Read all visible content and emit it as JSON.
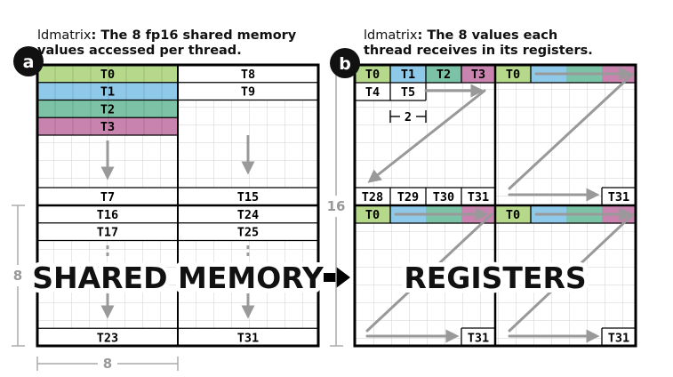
{
  "panel_a": {
    "badge": "a",
    "title_prefix": "ldmatrix",
    "title_line1": ": The 8 fp16 shared memory",
    "title_line2": "values accessed per thread.",
    "cells": {
      "t0": "T0",
      "t1": "T1",
      "t2": "T2",
      "t3": "T3",
      "t7": "T7",
      "t8": "T8",
      "t9": "T9",
      "t15": "T15",
      "t16": "T16",
      "t17": "T17",
      "t23": "T23",
      "t24": "T24",
      "t25": "T25",
      "t31": "T31"
    },
    "big_label": "SHARED MEMORY",
    "dim_height": "8",
    "dim_width": "8"
  },
  "panel_b": {
    "badge": "b",
    "title_prefix": "ldmatrix",
    "title_line1": ": The 8 values each",
    "title_line2": "thread receives in its registers.",
    "row0": [
      "T0",
      "T1",
      "T2",
      "T3"
    ],
    "row1": [
      "T4",
      "T5"
    ],
    "stride_label": "2",
    "last_row": [
      "T28",
      "T29",
      "T30",
      "T31"
    ],
    "q_first": "T0",
    "q_last": "T31",
    "big_label": "REGISTERS",
    "dim_height": "16"
  },
  "colors": {
    "green": "#b5d88a",
    "blue": "#8ec9ea",
    "teal": "#7cc2a6",
    "pink": "#c883ae",
    "arrow": "#999999",
    "grid": "#cfcfcf",
    "badge": "#111111"
  }
}
